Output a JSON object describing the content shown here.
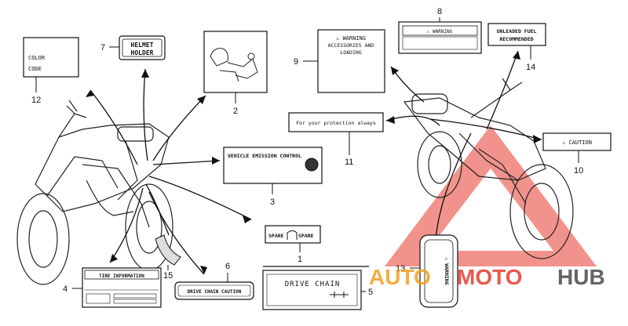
{
  "callouts": [
    "1",
    "2",
    "3",
    "4",
    "5",
    "6",
    "7",
    "8",
    "9",
    "10",
    "11",
    "12",
    "13",
    "14",
    "15"
  ],
  "labels": {
    "color_code_line1": "COLOR",
    "color_code_line2": "CODE",
    "helmet_line1": "HELMET",
    "helmet_line2": "HOLDER",
    "warning_accessories_title": "⚠ WARNING",
    "warning_accessories_line1": "ACCESSORIES AND",
    "warning_accessories_line2": "LOADING",
    "warning_small": "⚠ WARNING",
    "unleaded_line1": "UNLEADED FUEL",
    "unleaded_line2": "RECOMMENDED",
    "protection": "For your protection always",
    "caution": "⚠ CAUTION",
    "emission": "VEHICLE EMISSION CONTROL",
    "spare_left": "SPARE",
    "spare_right": "SPARE",
    "tire": "TIRE INFORMATION",
    "drive_chain_caution": "DRIVE CHAIN CAUTION",
    "drive_chain": "DRIVE CHAIN",
    "warning_vertical": "⚠ WARNING"
  },
  "watermark": {
    "part1": "AUTO",
    "part2": "MOTO",
    "part3": "HUB",
    "color_red": "#e63b2e",
    "color_orange": "#f0a020",
    "color_gray": "#4a4a4a"
  }
}
